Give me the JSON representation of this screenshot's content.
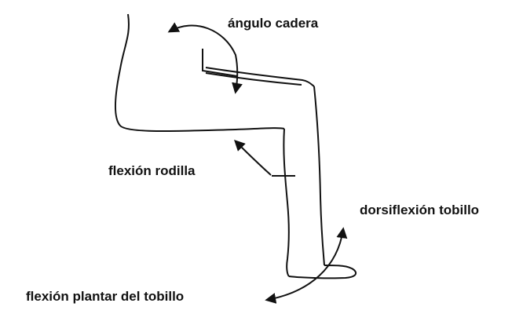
{
  "diagram": {
    "labels": {
      "hip_angle": "ángulo cadera",
      "knee_flexion": "flexión rodilla",
      "ankle_dorsiflexion": "dorsiflexión tobillo",
      "ankle_plantar_flexion": "flexión plantar del tobillo"
    },
    "colors": {
      "line": "#111111",
      "background": "#ffffff"
    }
  }
}
